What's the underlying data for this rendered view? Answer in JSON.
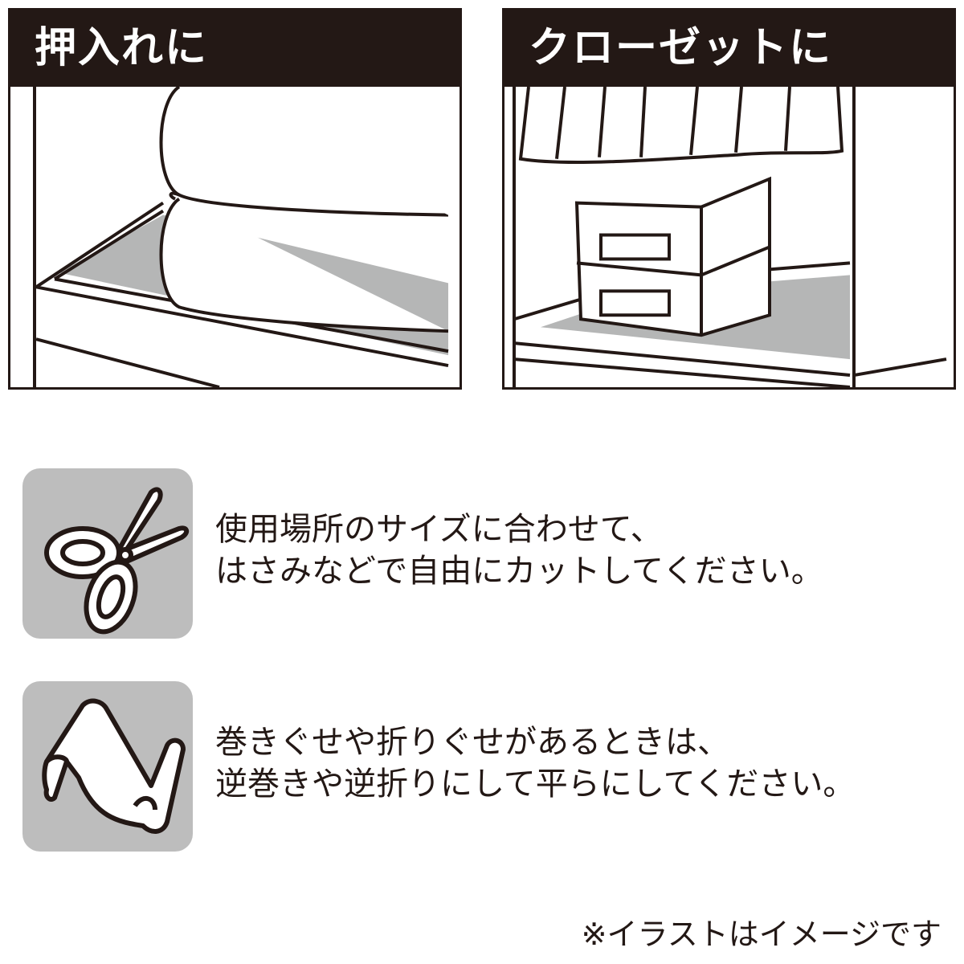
{
  "panels": [
    {
      "title": "押入れに",
      "illustration": "futon-on-shelf-mat",
      "mat_color": "#b5b6b6"
    },
    {
      "title": "クローゼットに",
      "illustration": "boxes-in-closet-mat",
      "mat_color": "#b5b6b6"
    }
  ],
  "tips": [
    {
      "icon": "scissors-icon",
      "lines": [
        "使用場所のサイズに合わせて、",
        "はさみなどで自由にカットしてください。"
      ]
    },
    {
      "icon": "curled-sheet-icon",
      "lines": [
        "巻きぐせや折りぐせがあるときは、",
        "逆巻きや逆折りにして平らにしてください。"
      ]
    }
  ],
  "footnote": "※イラストはイメージです",
  "colors": {
    "ink": "#231815",
    "icon_bg": "#bdbdbd",
    "mat": "#b5b6b6"
  }
}
